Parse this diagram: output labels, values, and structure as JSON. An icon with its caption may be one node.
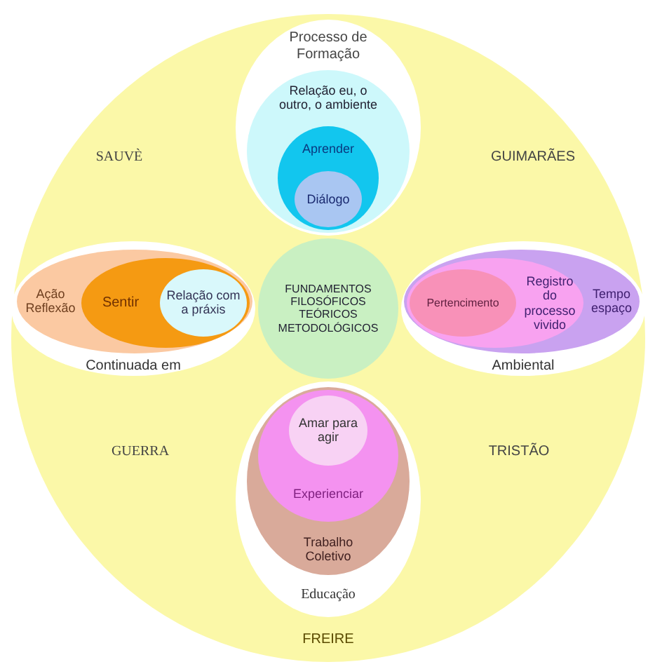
{
  "diagram": {
    "nodes": [
      {
        "text": [
          "SAUVÈ",
          "GUIMARÃES",
          "GUERRA",
          "TRISTÃO",
          "FREIRE"
        ]
      },
      {
        "text": [
          "Processo de Formação"
        ],
        "in": 0
      },
      {
        "text": [
          "Relação eu, o outro, o ambiente"
        ],
        "in": 1
      },
      {
        "text": [
          "Aprender"
        ],
        "in": 2
      },
      {
        "text": [
          "Diálogo"
        ],
        "in": 3
      },
      {
        "text": [
          "Continuada em"
        ],
        "in": 0
      },
      {
        "text": [
          "Ação Reflexão"
        ],
        "in": 5
      },
      {
        "text": [
          "Sentir"
        ],
        "in": 6
      },
      {
        "text": [
          "Relação com a práxis"
        ],
        "in": 7
      },
      {
        "text": [
          "FUNDAMENTOS FILOSÓFICOS TEÓRICOS METODOLÓGICOS"
        ],
        "in": 0
      },
      {
        "text": [
          "Ambiental"
        ],
        "in": 0
      },
      {
        "text": [
          "Tempo espaço"
        ],
        "in": 10
      },
      {
        "text": [
          "Registro do processo vivido"
        ],
        "in": 11
      },
      {
        "text": [
          "Pertencimento"
        ],
        "in": 12
      },
      {
        "text": [
          "Educação"
        ],
        "in": 0
      },
      {
        "text": [
          "Trabalho Coletivo"
        ],
        "in": 14
      },
      {
        "text": [
          "Experienciar"
        ],
        "in": 15
      },
      {
        "text": [
          "Amar para agir"
        ],
        "in": 16
      }
    ]
  }
}
